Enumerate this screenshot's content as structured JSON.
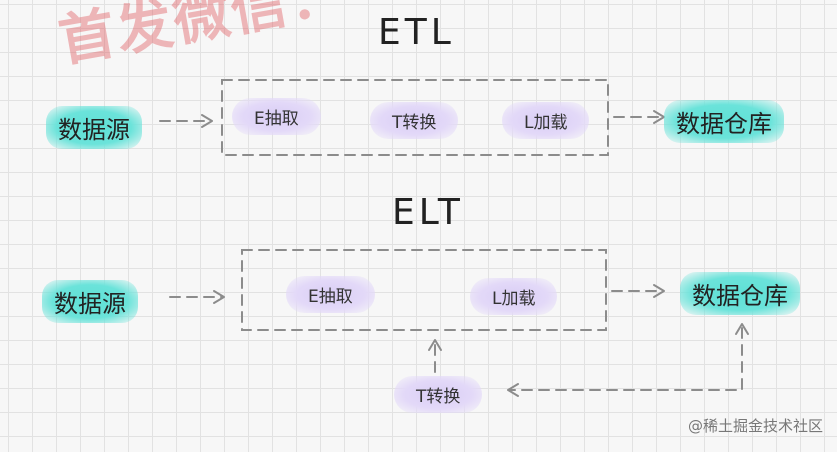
{
  "watermark": "首发微信：",
  "etl": {
    "title": "ETL",
    "source": "数据源",
    "extract": "E抽取",
    "transform": "T转换",
    "load": "L加载",
    "target": "数据仓库"
  },
  "elt": {
    "title": "ELT",
    "source": "数据源",
    "extract": "E抽取",
    "load": "L加载",
    "target": "数据仓库",
    "transform": "T转换"
  },
  "footer": "@稀土掘金技术社区",
  "colors": {
    "teal": "#5fe0d6",
    "purple": "#ddd1f6",
    "dash": "#8c8c8c"
  }
}
